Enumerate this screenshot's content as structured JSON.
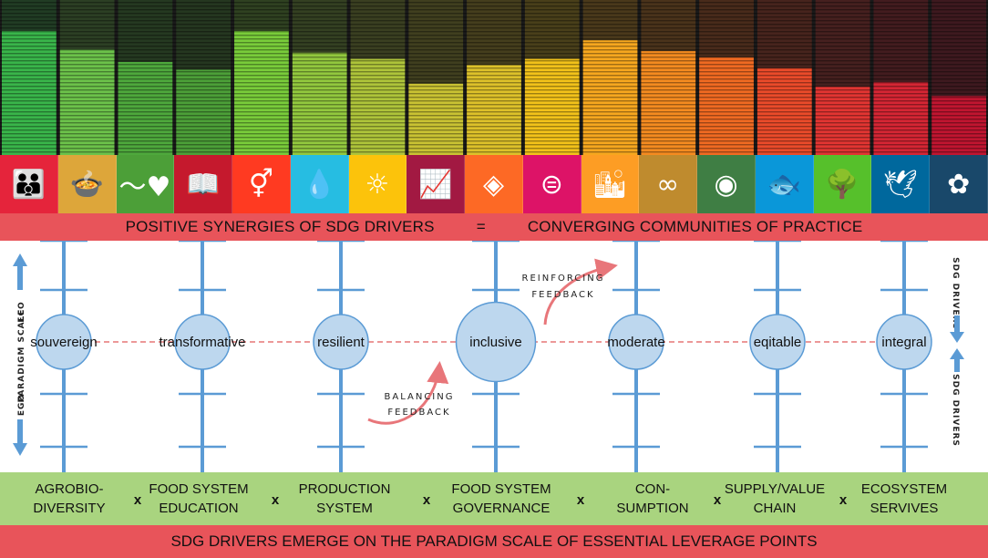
{
  "equalizer": {
    "levels": [
      0.8,
      0.68,
      0.6,
      0.55,
      0.8,
      0.66,
      0.62,
      0.46,
      0.58,
      0.62,
      0.74,
      0.67,
      0.63,
      0.56,
      0.44,
      0.47,
      0.38
    ],
    "colors": [
      "#39b54a",
      "#6cc24a",
      "#4ea83c",
      "#4c9f38",
      "#79cc3a",
      "#92c83e",
      "#aec43a",
      "#c9c233",
      "#ddc12a",
      "#f2c21a",
      "#f6a71f",
      "#f48b20",
      "#f06a22",
      "#ea4b2a",
      "#e23532",
      "#d52634",
      "#c01530"
    ]
  },
  "sdg_icons": [
    {
      "icon": "people-icon",
      "glyph": "👪",
      "color": "#e5243b"
    },
    {
      "icon": "bowl-icon",
      "glyph": "🍲",
      "color": "#dda63a"
    },
    {
      "icon": "heartbeat-icon",
      "glyph": "〜♥",
      "color": "#4c9f38"
    },
    {
      "icon": "book-icon",
      "glyph": "📖",
      "color": "#c5192d"
    },
    {
      "icon": "gender-icon",
      "glyph": "⚥",
      "color": "#ff3a21"
    },
    {
      "icon": "water-drop-icon",
      "glyph": "💧",
      "color": "#26bde2"
    },
    {
      "icon": "sun-icon",
      "glyph": "☼",
      "color": "#fcc30b"
    },
    {
      "icon": "growth-chart-icon",
      "glyph": "📈",
      "color": "#a21942"
    },
    {
      "icon": "cubes-icon",
      "glyph": "◈",
      "color": "#fd6925"
    },
    {
      "icon": "equality-icon",
      "glyph": "⊜",
      "color": "#dd1367"
    },
    {
      "icon": "city-icon",
      "glyph": "🏙",
      "color": "#fd9d24"
    },
    {
      "icon": "infinity-icon",
      "glyph": "∞",
      "color": "#bf8b2e"
    },
    {
      "icon": "eye-globe-icon",
      "glyph": "◉",
      "color": "#3f7e44"
    },
    {
      "icon": "fish-icon",
      "glyph": "🐟",
      "color": "#0a97d9"
    },
    {
      "icon": "tree-icon",
      "glyph": "🌳",
      "color": "#56c02b"
    },
    {
      "icon": "dove-icon",
      "glyph": "🕊",
      "color": "#00689d"
    },
    {
      "icon": "flower-icon",
      "glyph": "✿",
      "color": "#19486a"
    }
  ],
  "top_band": {
    "left": "POSITIVE SYNERGIES OF SDG DRIVERS",
    "eq": "=",
    "right": "CONVERGING COMMUNITIES OF PRACTICE"
  },
  "left_axis": {
    "top": "ECO",
    "middle": "PARADIGM SCALE",
    "bottom": "EGO"
  },
  "right_axis": {
    "top": "SDG DRIVERS",
    "bottom": "SDG DRIVERS"
  },
  "nodes": [
    {
      "label": "souvereign",
      "size": 1
    },
    {
      "label": "transformative",
      "size": 1
    },
    {
      "label": "resilient",
      "size": 1
    },
    {
      "label": "inclusive",
      "size": 1.45
    },
    {
      "label": "moderate",
      "size": 1
    },
    {
      "label": "eqitable",
      "size": 1
    },
    {
      "label": "integral",
      "size": 1
    }
  ],
  "feedback": {
    "reinforcing": [
      "REINFORCING",
      "FEEDBACK"
    ],
    "balancing": [
      "BALANCING",
      "FEEDBACK"
    ]
  },
  "leverage_points": [
    {
      "text": "AGROBIO-\nDIVERSITY"
    },
    {
      "text": "FOOD SYSTEM\nEDUCATION"
    },
    {
      "text": "PRODUCTION\nSYSTEM"
    },
    {
      "text": "FOOD SYSTEM\nGOVERNANCE"
    },
    {
      "text": "CON-\nSUMPTION"
    },
    {
      "text": "SUPPLY/VALUE\nCHAIN"
    },
    {
      "text": "ECOSYSTEM\nSERVIVES"
    }
  ],
  "times": "x",
  "footer": "SDG DRIVERS EMERGE ON THE PARADIGM SCALE OF ESSENTIAL LEVERAGE POINTS"
}
